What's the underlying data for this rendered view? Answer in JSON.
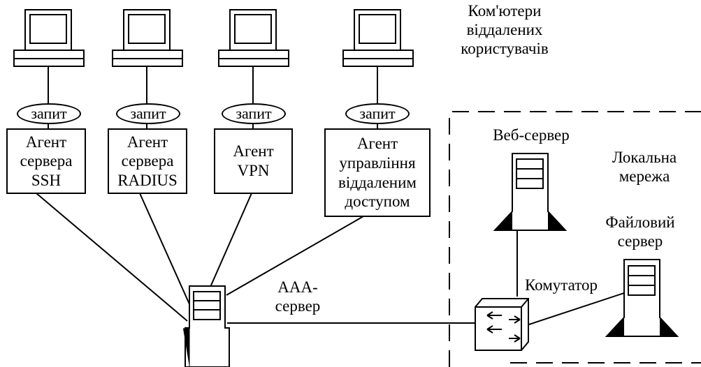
{
  "remote_users_label": "Ком'ютери\nвіддалених\nкористувачів",
  "request_label": "запит",
  "agents": [
    {
      "label": "Агент\nсервера\nSSH"
    },
    {
      "label": "Агент\nсервера\nRADIUS"
    },
    {
      "label": "Агент\nVPN"
    },
    {
      "label": "Агент\nуправління\nвіддаленим\nдоступом"
    }
  ],
  "aaa_server_label": "ААА-\nсервер",
  "web_server_label": "Веб-сервер",
  "local_network_label": "Локальна\nмережа",
  "file_server_label": "Файловий\nсервер",
  "switch_label": "Комутатор"
}
